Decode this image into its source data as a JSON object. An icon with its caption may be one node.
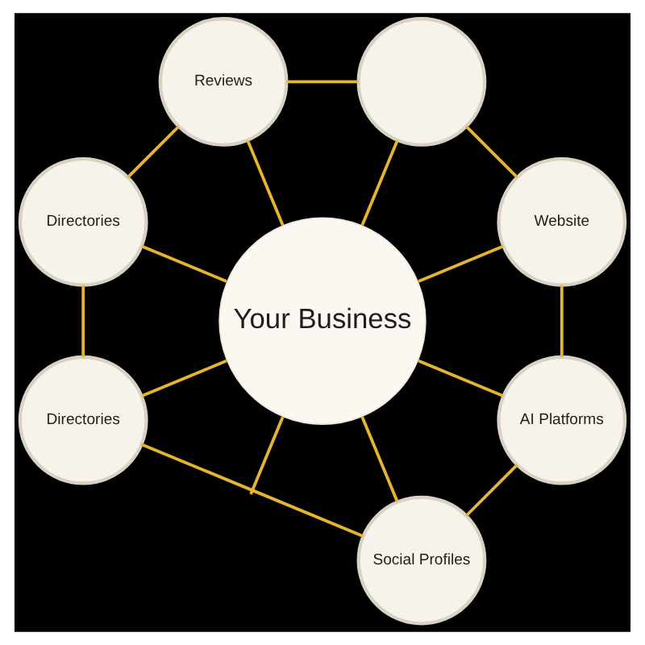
{
  "diagram": {
    "nodes": [
      {
        "text": [
          "Your Business"
        ]
      },
      {
        "text": [],
        "shape": "circle"
      },
      {
        "text": [
          "Website"
        ]
      },
      {
        "text": [
          "AI Platforms"
        ]
      },
      {
        "text": [
          "Social Profiles"
        ]
      },
      {
        "text": [
          "Directories"
        ]
      },
      {
        "text": [
          "Directories"
        ]
      },
      {
        "text": [
          "Reviews"
        ]
      }
    ],
    "edges": [
      {
        "from": 0,
        "to": 1,
        "arrow": "none"
      },
      {
        "from": 0,
        "to": 2,
        "arrow": "none"
      },
      {
        "from": 0,
        "to": 3,
        "arrow": "none"
      },
      {
        "from": 0,
        "to": 4,
        "arrow": "none"
      },
      {
        "from": 0,
        "to": null,
        "arrow": "none"
      },
      {
        "from": 0,
        "to": 5,
        "arrow": "none"
      },
      {
        "from": 0,
        "to": 6,
        "arrow": "none"
      },
      {
        "from": 0,
        "to": 7,
        "arrow": "none"
      },
      {
        "from": 1,
        "to": 2,
        "arrow": "none"
      },
      {
        "from": 2,
        "to": 3,
        "arrow": "none"
      },
      {
        "from": 3,
        "to": 4,
        "arrow": "none"
      },
      {
        "from": 4,
        "to": 5,
        "arrow": "none"
      },
      {
        "from": 5,
        "to": 6,
        "arrow": "none"
      },
      {
        "from": 6,
        "to": 7,
        "arrow": "none"
      },
      {
        "from": 7,
        "to": 1,
        "arrow": "none"
      }
    ]
  }
}
